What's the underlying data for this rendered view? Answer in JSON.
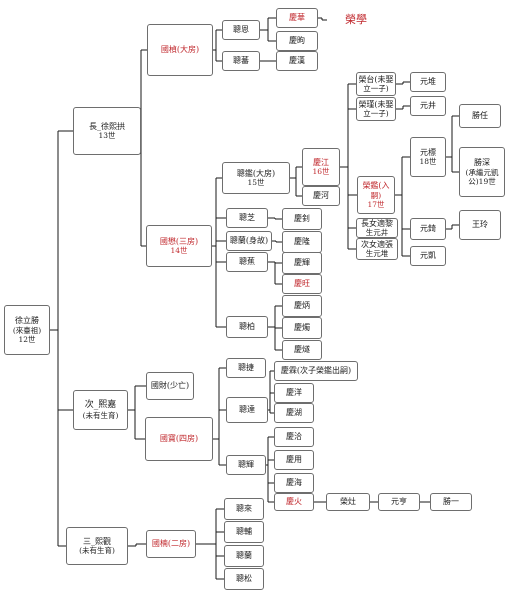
{
  "colors": {
    "highlight": "#c0282d",
    "line": "#1a1a1a",
    "border": "#6e6e6e"
  },
  "nodes": [
    {
      "id": "root",
      "l1": "徐立勝",
      "l2": "(來臺祖)",
      "l3": "12世"
    },
    {
      "id": "g1",
      "l1": "長_徐熙拱",
      "l2": "13世"
    },
    {
      "id": "g2",
      "l1": "次_熙嘉",
      "l2": "(未有生育)"
    },
    {
      "id": "g3",
      "l1": "三_熙觀",
      "l2": "(未有生育)"
    },
    {
      "id": "gz1",
      "l1": "國楨(大房)"
    },
    {
      "id": "gz2",
      "l1": "國懋(三房)",
      "l2": "14世"
    },
    {
      "id": "gz3",
      "l1": "國財(少亡)"
    },
    {
      "id": "gz4",
      "l1": "國寶(四房)"
    },
    {
      "id": "gz5",
      "l1": "國楠(二房)"
    },
    {
      "id": "cong_en",
      "l1": "聰恩"
    },
    {
      "id": "cong_jiao",
      "l1": "聰蕃"
    },
    {
      "id": "qing_hua",
      "l1": "慶華"
    },
    {
      "id": "rong_xue",
      "l1": "榮學"
    },
    {
      "id": "qing_xu",
      "l1": "慶昫"
    },
    {
      "id": "qing_han",
      "l1": "慶漢"
    },
    {
      "id": "cong_jian",
      "l1": "聰鑑(大房)",
      "l2": "15世"
    },
    {
      "id": "cong_zhi",
      "l1": "聰芝"
    },
    {
      "id": "cong_lan",
      "l1": "聰蘭(身故)"
    },
    {
      "id": "cong_jiao2",
      "l1": "聰蕉"
    },
    {
      "id": "cong_bai",
      "l1": "聰柏"
    },
    {
      "id": "qing_jiang",
      "l1": "慶江",
      "l2": "16世"
    },
    {
      "id": "qing_he",
      "l1": "慶河"
    },
    {
      "id": "qing_zhou",
      "l1": "慶釗"
    },
    {
      "id": "qing_long",
      "l1": "慶隆"
    },
    {
      "id": "qing_hui",
      "l1": "慶輝"
    },
    {
      "id": "qing_wang",
      "l1": "慶旺"
    },
    {
      "id": "qing_bing",
      "l1": "慶炳"
    },
    {
      "id": "qing_mei",
      "l1": "慶燭"
    },
    {
      "id": "qing_xuan",
      "l1": "慶燧"
    },
    {
      "id": "rong_tai",
      "l1": "榮台(未娶",
      "l2": "立一子)"
    },
    {
      "id": "rong_jue",
      "l1": "榮瑾(未娶",
      "l2": "立一子)"
    },
    {
      "id": "rong_jian",
      "l1": "榮鑑(入",
      "l2": "嗣)",
      "l3": "17世"
    },
    {
      "id": "dau_long",
      "l1": "長女適黎",
      "l2": "生元井"
    },
    {
      "id": "dau_kan",
      "l1": "次女適張",
      "l2": "生元堆"
    },
    {
      "id": "yuan_dui",
      "l1": "元堆"
    },
    {
      "id": "yuan_jing",
      "l1": "元井"
    },
    {
      "id": "yuan_biao",
      "l1": "元標",
      "l2": "18世"
    },
    {
      "id": "yuan_qi",
      "l1": "元錡"
    },
    {
      "id": "yuan_kai",
      "l1": "元凱"
    },
    {
      "id": "sheng_ren",
      "l1": "勝任"
    },
    {
      "id": "sheng_shen",
      "l1": "勝深",
      "l2": "(承繼元凱",
      "l3": "公)19世"
    },
    {
      "id": "wang_ling",
      "l1": "王玲"
    },
    {
      "id": "cong_jie",
      "l1": "聰捷"
    },
    {
      "id": "cong_jian2",
      "l1": "聰達"
    },
    {
      "id": "cong_hui",
      "l1": "聰輝"
    },
    {
      "id": "qing_lin",
      "l1": "慶霖(次子榮鑑出嗣)"
    },
    {
      "id": "qing_yang",
      "l1": "慶洋"
    },
    {
      "id": "qing_hu",
      "l1": "慶湖"
    },
    {
      "id": "qing_qiao",
      "l1": "慶洽"
    },
    {
      "id": "qing_yong",
      "l1": "慶用"
    },
    {
      "id": "qing_hai",
      "l1": "慶海"
    },
    {
      "id": "qing_huo",
      "l1": "慶火"
    },
    {
      "id": "rong_zao",
      "l1": "榮灶"
    },
    {
      "id": "yuan_heng",
      "l1": "元亨"
    },
    {
      "id": "sheng_yi",
      "l1": "勝一"
    },
    {
      "id": "cong_lai",
      "l1": "聰來"
    },
    {
      "id": "cong_fu",
      "l1": "聰輔"
    },
    {
      "id": "cong_lan2",
      "l1": "聰蘭"
    },
    {
      "id": "cong_song",
      "l1": "聰松"
    }
  ]
}
